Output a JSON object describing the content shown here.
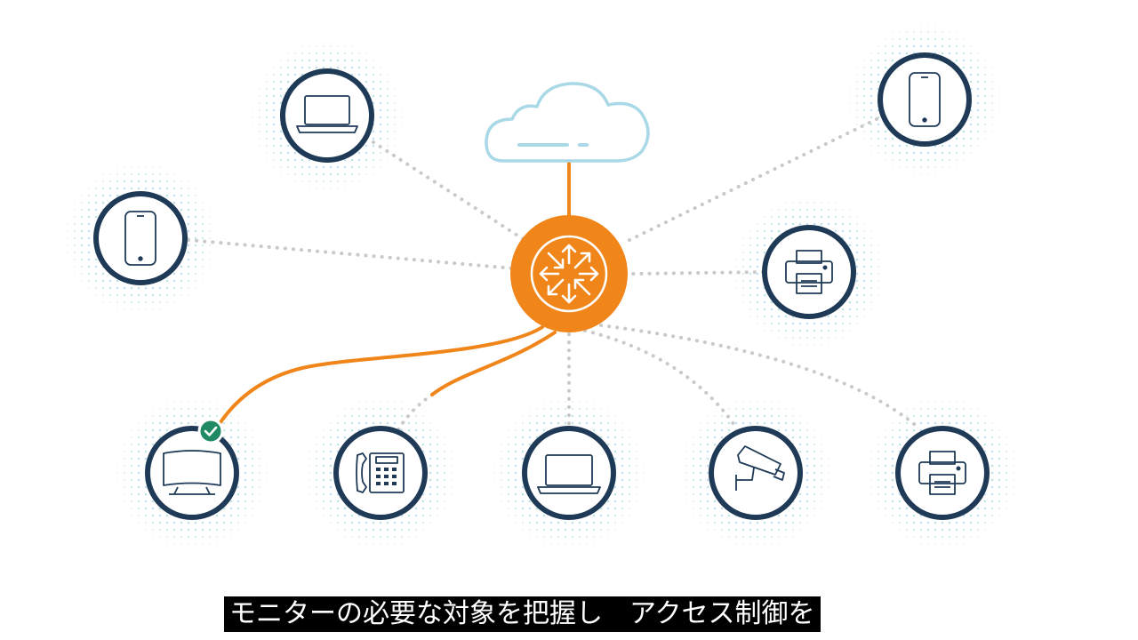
{
  "subtitle": {
    "text": "モニターの必要な対象を把握し　アクセス制御を"
  },
  "colors": {
    "accent": "#f08519",
    "node_border": "#1f3a57",
    "dotted_link": "#c9c9c9",
    "cloud": "#a9d8e6",
    "dot_halo": "#b7dde8",
    "check_badge": "#1f8a63"
  },
  "diagram": {
    "hub": {
      "icon": "router-arrows-icon"
    },
    "cloud": {
      "icon": "cloud-icon"
    },
    "devices": [
      {
        "icon": "laptop-icon"
      },
      {
        "icon": "smartphone-icon"
      },
      {
        "icon": "smartphone-icon"
      },
      {
        "icon": "printer-icon"
      },
      {
        "icon": "monitor-icon",
        "status": "connected"
      },
      {
        "icon": "desk-phone-icon",
        "status": "connected"
      },
      {
        "icon": "laptop-icon"
      },
      {
        "icon": "security-camera-icon"
      },
      {
        "icon": "printer-icon"
      }
    ]
  }
}
